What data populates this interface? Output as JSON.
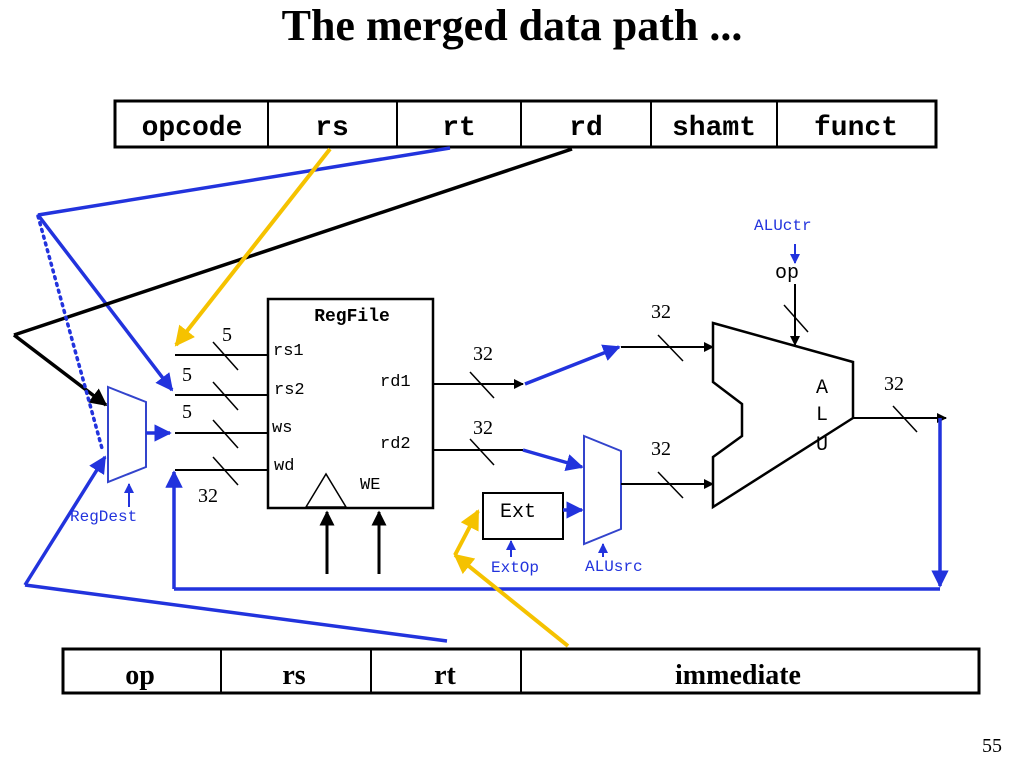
{
  "title": "The merged data path ...",
  "page_number": "55",
  "r_format": {
    "fields": [
      "opcode",
      "rs",
      "rt",
      "rd",
      "shamt",
      "funct"
    ]
  },
  "i_format": {
    "fields": [
      "op",
      "rs",
      "rt",
      "immediate"
    ]
  },
  "regfile": {
    "title": "RegFile",
    "ports": {
      "rs1": "rs1",
      "rs2": "rs2",
      "ws": "ws",
      "wd": "wd",
      "rd1": "rd1",
      "rd2": "rd2",
      "we": "WE"
    }
  },
  "alu": {
    "letters": [
      "A",
      "L",
      "U"
    ],
    "op_label": "op"
  },
  "ext": {
    "label": "Ext"
  },
  "controls": {
    "aluctr": "ALUctr",
    "regdest": "RegDest",
    "extop": "ExtOp",
    "alusrc": "ALUsrc"
  },
  "bus_widths": {
    "rs1": "5",
    "rs2": "5",
    "ws": "5",
    "wd": "32",
    "rd1": "32",
    "rd2": "32",
    "alu_in_top": "32",
    "alu_in_bottom": "32",
    "alu_out": "32"
  },
  "colors": {
    "blue": "#2233dd",
    "yellow": "#f5c200",
    "mux": "#3344cc",
    "black": "#000000"
  }
}
